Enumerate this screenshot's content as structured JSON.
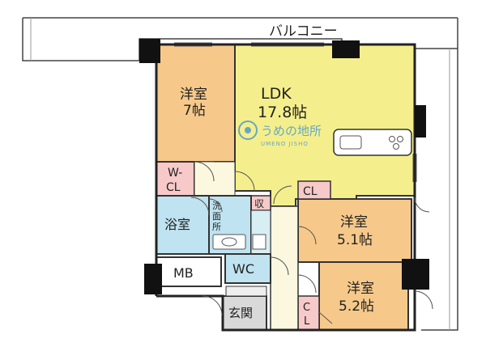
{
  "balcony": {
    "label": "バルコニー"
  },
  "rooms": {
    "ldk": {
      "name": "LDK",
      "size": "17.8帖"
    },
    "western_7": {
      "name": "洋室",
      "size": "7帖"
    },
    "western_51": {
      "name": "洋室",
      "size": "5.1帖"
    },
    "western_52": {
      "name": "洋室",
      "size": "5.2帖"
    },
    "wcl": {
      "line1": "W-",
      "line2": "CL"
    },
    "cl_top": {
      "label": "CL"
    },
    "cl_bottom": {
      "line1": "C",
      "line2": "L"
    },
    "storage": {
      "label": "収"
    },
    "bath": {
      "label": "浴室"
    },
    "washroom": {
      "line1": "洗",
      "line2": "面",
      "line3": "所"
    },
    "mb": {
      "label": "MB"
    },
    "wc": {
      "label": "WC"
    },
    "entrance": {
      "label": "玄関"
    }
  },
  "watermark": {
    "name": "うめの地所",
    "romaji": "UMENO JISHO"
  },
  "colors": {
    "ldk": "#f4ef8c",
    "western": "#f6c98a",
    "closet": "#f7c9c9",
    "bath": "#bfe3f0",
    "hall": "#fbf8df",
    "entrance": "#d9d9d9",
    "wall": "#111111",
    "watermark": "#3a8fd4"
  }
}
